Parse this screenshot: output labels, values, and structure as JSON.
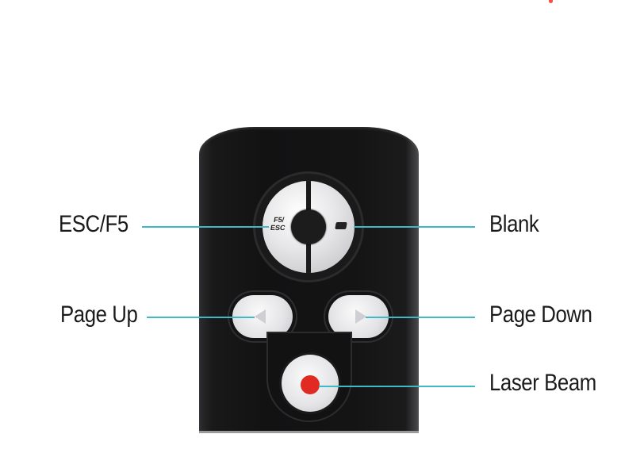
{
  "diagram": {
    "title": "",
    "subject": "presentation remote control",
    "colors": {
      "remote_body": "#141415",
      "button_face": "#e6e6e8",
      "leader_line": "#3fb8c8",
      "laser_dot": "#e02a22",
      "label_text": "#1a1a1a"
    },
    "buttons": {
      "dial_left_text": "F5/ ESC",
      "dial_right_icon": "blank-screen-icon",
      "page_up_icon": "triangle-left-icon",
      "page_down_icon": "triangle-right-icon",
      "laser_icon": "red-dot-icon"
    },
    "callouts": [
      {
        "label": "ESC/F5",
        "side": "left"
      },
      {
        "label": "Blank",
        "side": "right"
      },
      {
        "label": "Page Up",
        "side": "left"
      },
      {
        "label": "Page Down",
        "side": "right"
      },
      {
        "label": "Laser Beam",
        "side": "right"
      }
    ]
  }
}
